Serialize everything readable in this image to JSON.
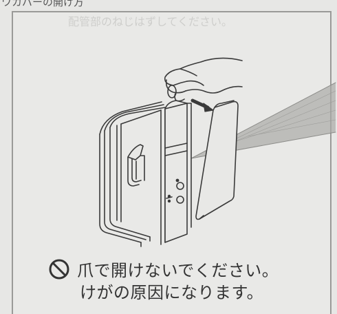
{
  "header": {
    "text": "ワカバーの開け方"
  },
  "bleed_text": "配管部のねじはずしてください。",
  "warning": {
    "icon": "prohibited-icon",
    "line1": "爪で開けないでください。",
    "line2": "けがの原因になります。"
  },
  "colors": {
    "line": "#3a3a3a",
    "background": "#e8e8e6",
    "callout": "#9b9b98"
  }
}
